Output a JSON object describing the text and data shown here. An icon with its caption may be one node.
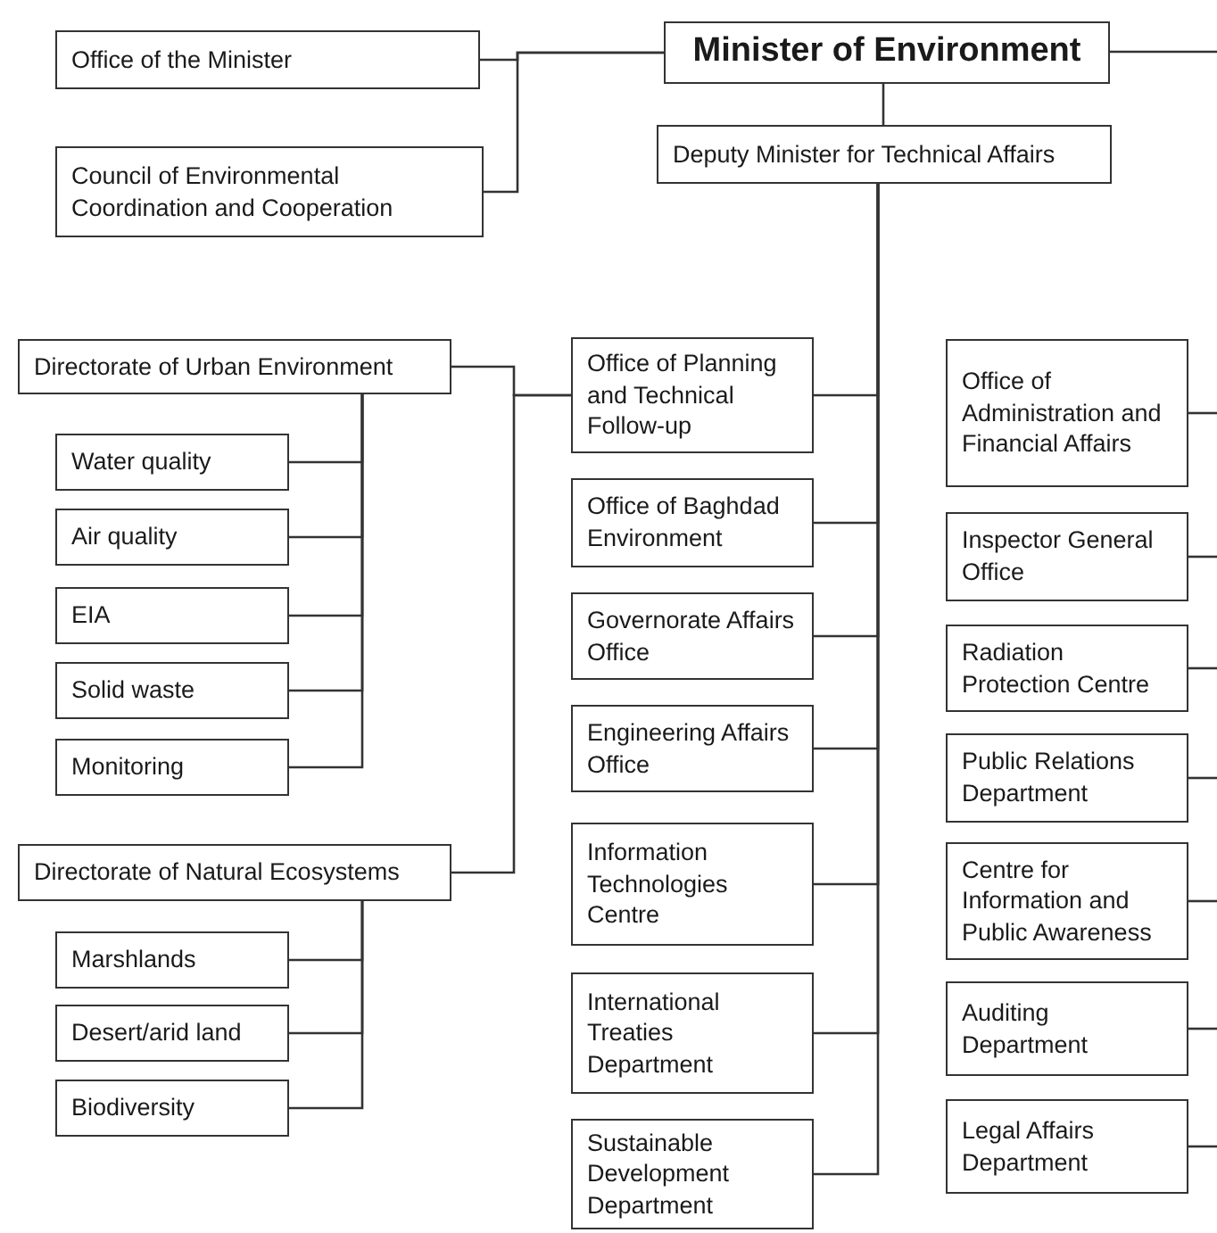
{
  "diagram": {
    "nodes": [
      {
        "text": [
          "Minister of Environment"
        ]
      },
      {
        "text": [
          "Office of the Minister"
        ]
      },
      {
        "text": [
          "Council of Environmental Coordination and Cooperation"
        ]
      },
      {
        "text": [
          "Deputy Minister for Technical Affairs"
        ]
      },
      {
        "text": [
          "Directorate of Urban Environment"
        ]
      },
      {
        "text": [
          "Water quality"
        ]
      },
      {
        "text": [
          "Air quality"
        ]
      },
      {
        "text": [
          "EIA"
        ]
      },
      {
        "text": [
          "Solid waste"
        ]
      },
      {
        "text": [
          "Monitoring"
        ]
      },
      {
        "text": [
          "Directorate of Natural Ecosystems"
        ]
      },
      {
        "text": [
          "Marshlands"
        ]
      },
      {
        "text": [
          "Desert/arid land"
        ]
      },
      {
        "text": [
          "Biodiversity"
        ]
      },
      {
        "text": [
          "Office of Planning and Technical Follow-up"
        ]
      },
      {
        "text": [
          "Office of Baghdad Environment"
        ]
      },
      {
        "text": [
          "Governorate Affairs Office"
        ]
      },
      {
        "text": [
          "Engineering Affairs Office"
        ]
      },
      {
        "text": [
          "Information Technologies Centre"
        ]
      },
      {
        "text": [
          "International Treaties Department"
        ]
      },
      {
        "text": [
          "Sustainable Development Department"
        ]
      },
      {
        "text": [
          "Office of Administration and Financial Affairs"
        ]
      },
      {
        "text": [
          "Inspector General Office"
        ]
      },
      {
        "text": [
          "Radiation Protection Centre"
        ]
      },
      {
        "text": [
          "Public Relations Department"
        ]
      },
      {
        "text": [
          "Centre for Information and Public Awareness"
        ]
      },
      {
        "text": [
          "Auditing Department"
        ]
      },
      {
        "text": [
          "Legal Affairs Department"
        ]
      }
    ],
    "edges": [
      {
        "from": 0,
        "to": 1,
        "arrow": "none"
      },
      {
        "from": 0,
        "to": 2,
        "arrow": "none"
      },
      {
        "from": 0,
        "to": null,
        "arrow": "none"
      },
      {
        "from": 0,
        "to": 3,
        "arrow": "none"
      },
      {
        "from": 3,
        "to": 14,
        "arrow": "none"
      },
      {
        "from": 3,
        "to": 15,
        "arrow": "none"
      },
      {
        "from": 3,
        "to": 16,
        "arrow": "none"
      },
      {
        "from": 3,
        "to": 17,
        "arrow": "none"
      },
      {
        "from": 3,
        "to": 18,
        "arrow": "none"
      },
      {
        "from": 3,
        "to": 19,
        "arrow": "none"
      },
      {
        "from": 3,
        "to": 20,
        "arrow": "none"
      },
      {
        "from": 14,
        "to": 4,
        "arrow": "none"
      },
      {
        "from": 14,
        "to": 10,
        "arrow": "none"
      },
      {
        "from": 4,
        "to": 5,
        "arrow": "none"
      },
      {
        "from": 4,
        "to": 6,
        "arrow": "none"
      },
      {
        "from": 4,
        "to": 7,
        "arrow": "none"
      },
      {
        "from": 4,
        "to": 8,
        "arrow": "none"
      },
      {
        "from": 4,
        "to": 9,
        "arrow": "none"
      },
      {
        "from": 10,
        "to": 11,
        "arrow": "none"
      },
      {
        "from": 10,
        "to": 12,
        "arrow": "none"
      },
      {
        "from": 10,
        "to": 13,
        "arrow": "none"
      },
      {
        "from": null,
        "to": 21,
        "arrow": "none"
      },
      {
        "from": null,
        "to": 22,
        "arrow": "none"
      },
      {
        "from": null,
        "to": 23,
        "arrow": "none"
      },
      {
        "from": null,
        "to": 24,
        "arrow": "none"
      },
      {
        "from": null,
        "to": 25,
        "arrow": "none"
      },
      {
        "from": null,
        "to": 26,
        "arrow": "none"
      },
      {
        "from": null,
        "to": 27,
        "arrow": "none"
      }
    ]
  }
}
